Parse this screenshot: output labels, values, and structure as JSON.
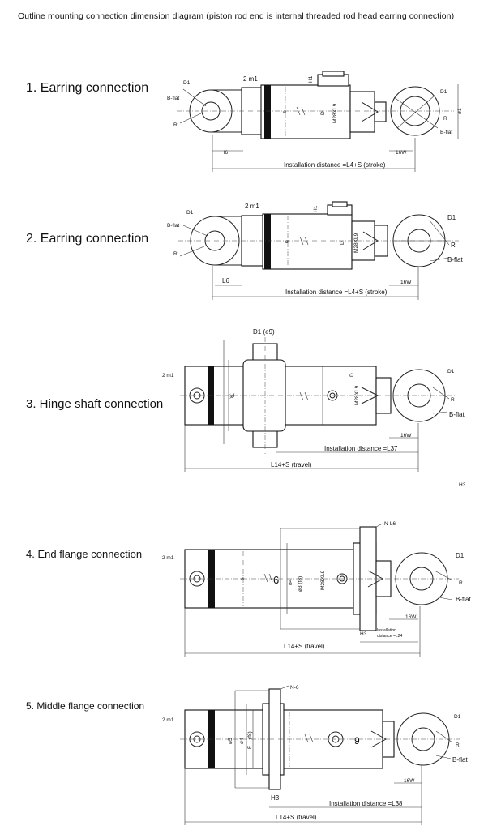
{
  "title": "Outline mounting connection dimension diagram (piston rod end is internal threaded rod head earring connection)",
  "sections": [
    {
      "label": "1. Earring connection"
    },
    {
      "label": "2. Earring connection"
    },
    {
      "label": "3. Hinge shaft connection"
    },
    {
      "label": "4. End flange connection"
    },
    {
      "label": "5. Middle flange connection"
    }
  ],
  "fig1": {
    "d1_left": "D1",
    "bflat_left": "B-flat",
    "r_left": "R",
    "port": "2 m1",
    "h1": "H1",
    "phi": "ø",
    "d": "D",
    "thread": "M28XL9",
    "d1_right": "D1",
    "r_right": "R",
    "bflat_right": "B-flat",
    "phi1": "ø1",
    "l6": "l6",
    "dim_small": "16W",
    "install": "Installation distance =L4+S (stroke)"
  },
  "fig2": {
    "d1_left": "D1",
    "bflat_left": "B-flat",
    "r_left": "R",
    "port": "2 m1",
    "h1": "H1",
    "phi": "ø",
    "d": "D",
    "thread": "M28XL9",
    "d1_right": "D1",
    "r_right": "R",
    "bflat_right": "B-flat",
    "l6": "L6",
    "dim_small": "16W",
    "install": "Installation distance =L4+S (stroke)"
  },
  "fig3": {
    "d1": "D1 (e9)",
    "port": "2 m1",
    "l": "l",
    "mid": "Ж",
    "d": "D",
    "thread": "M28XL9",
    "d1_right": "D1",
    "r_right": "R",
    "bflat_right": "B-flat",
    "dim_small": "16W",
    "install": "Installation distance =L37",
    "travel": "L14+S (travel)",
    "h3": "H3"
  },
  "fig4": {
    "nl6": "N-L6",
    "port": "2 m1",
    "phi": "ø",
    "six": "6",
    "phi4": "ø4",
    "phi3": "ø3 (f8)",
    "thread": "M28XL9",
    "d1_right": "D1",
    "r_right": "R",
    "bflat_right": "B-flat",
    "dim_small": "16W",
    "h3": "H3",
    "install_a": "Installation",
    "install_b": "distance =L24",
    "travel": "L14+S (travel)"
  },
  "fig5": {
    "n6": "N-6",
    "port": "2 m1",
    "phi5": "ø5",
    "phi4": "ø4",
    "f": "F",
    "f8": "(f8)",
    "nine": "9",
    "d1_right": "D1",
    "r_right": "R",
    "bflat_right": "B-flat",
    "dim_small": "16W",
    "h3": "H3",
    "install": "Installation distance =L38",
    "travel": "L14+S (travel)"
  }
}
